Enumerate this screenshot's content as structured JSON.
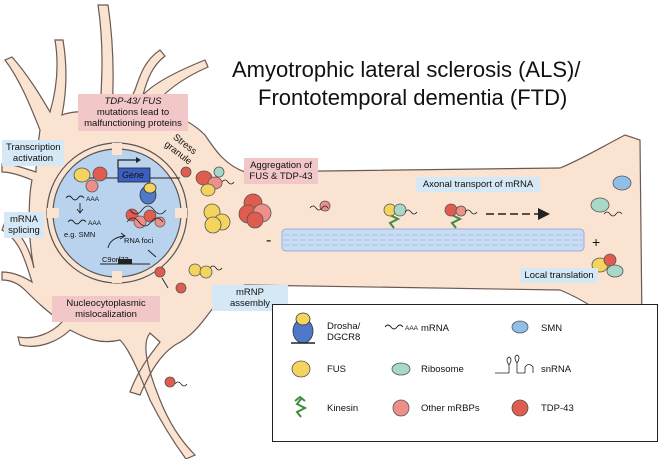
{
  "title": {
    "line1": "Amyotrophic lateral sclerosis (ALS)/",
    "line2": "Frontotemporal dementia (FTD)"
  },
  "labels": {
    "tdp_fus": "TDP-43/ FUS",
    "tdp_fus_rest": "mutations lead to malfunctioning proteins",
    "transcription": "Transcription activation",
    "splicing": "mRNA splicing",
    "nucleocyto": "Nucleocytoplasmic mislocalization",
    "stress_granule": "Stress granule",
    "aggregation": "Aggregation of FUS & TDP-43",
    "axonal": "Axonal transport of mRNA",
    "mrnp": "mRNP assembly",
    "local_translation": "Local translation",
    "gene": "Gene",
    "eg_smn": "e.g. SMN",
    "rna_foci": "RNA foci",
    "c9orf72": "C9orf72",
    "aaa": "AAA",
    "minus": "-",
    "plus": "+"
  },
  "legend": {
    "drosha": "Drosha/ DGCR8",
    "mrna": "mRNA",
    "smn": "SMN",
    "fus": "FUS",
    "ribosome": "Ribosome",
    "snrna": "snRNA",
    "kinesin": "Kinesin",
    "other": "Other mRBPs",
    "tdp43": "TDP-43"
  },
  "colors": {
    "cell": "#fbe3d2",
    "nucleus": "#b9d3ef",
    "fus": "#f4d35e",
    "tdp43": "#e05c4f",
    "other_mrbp": "#ee8f8a",
    "smn": "#8fbfe6",
    "ribosome": "#a8d8c8",
    "microtubule": "#a9c7ec",
    "pink_box": "#f2c7c7",
    "blue_box": "#d4e8f6"
  }
}
